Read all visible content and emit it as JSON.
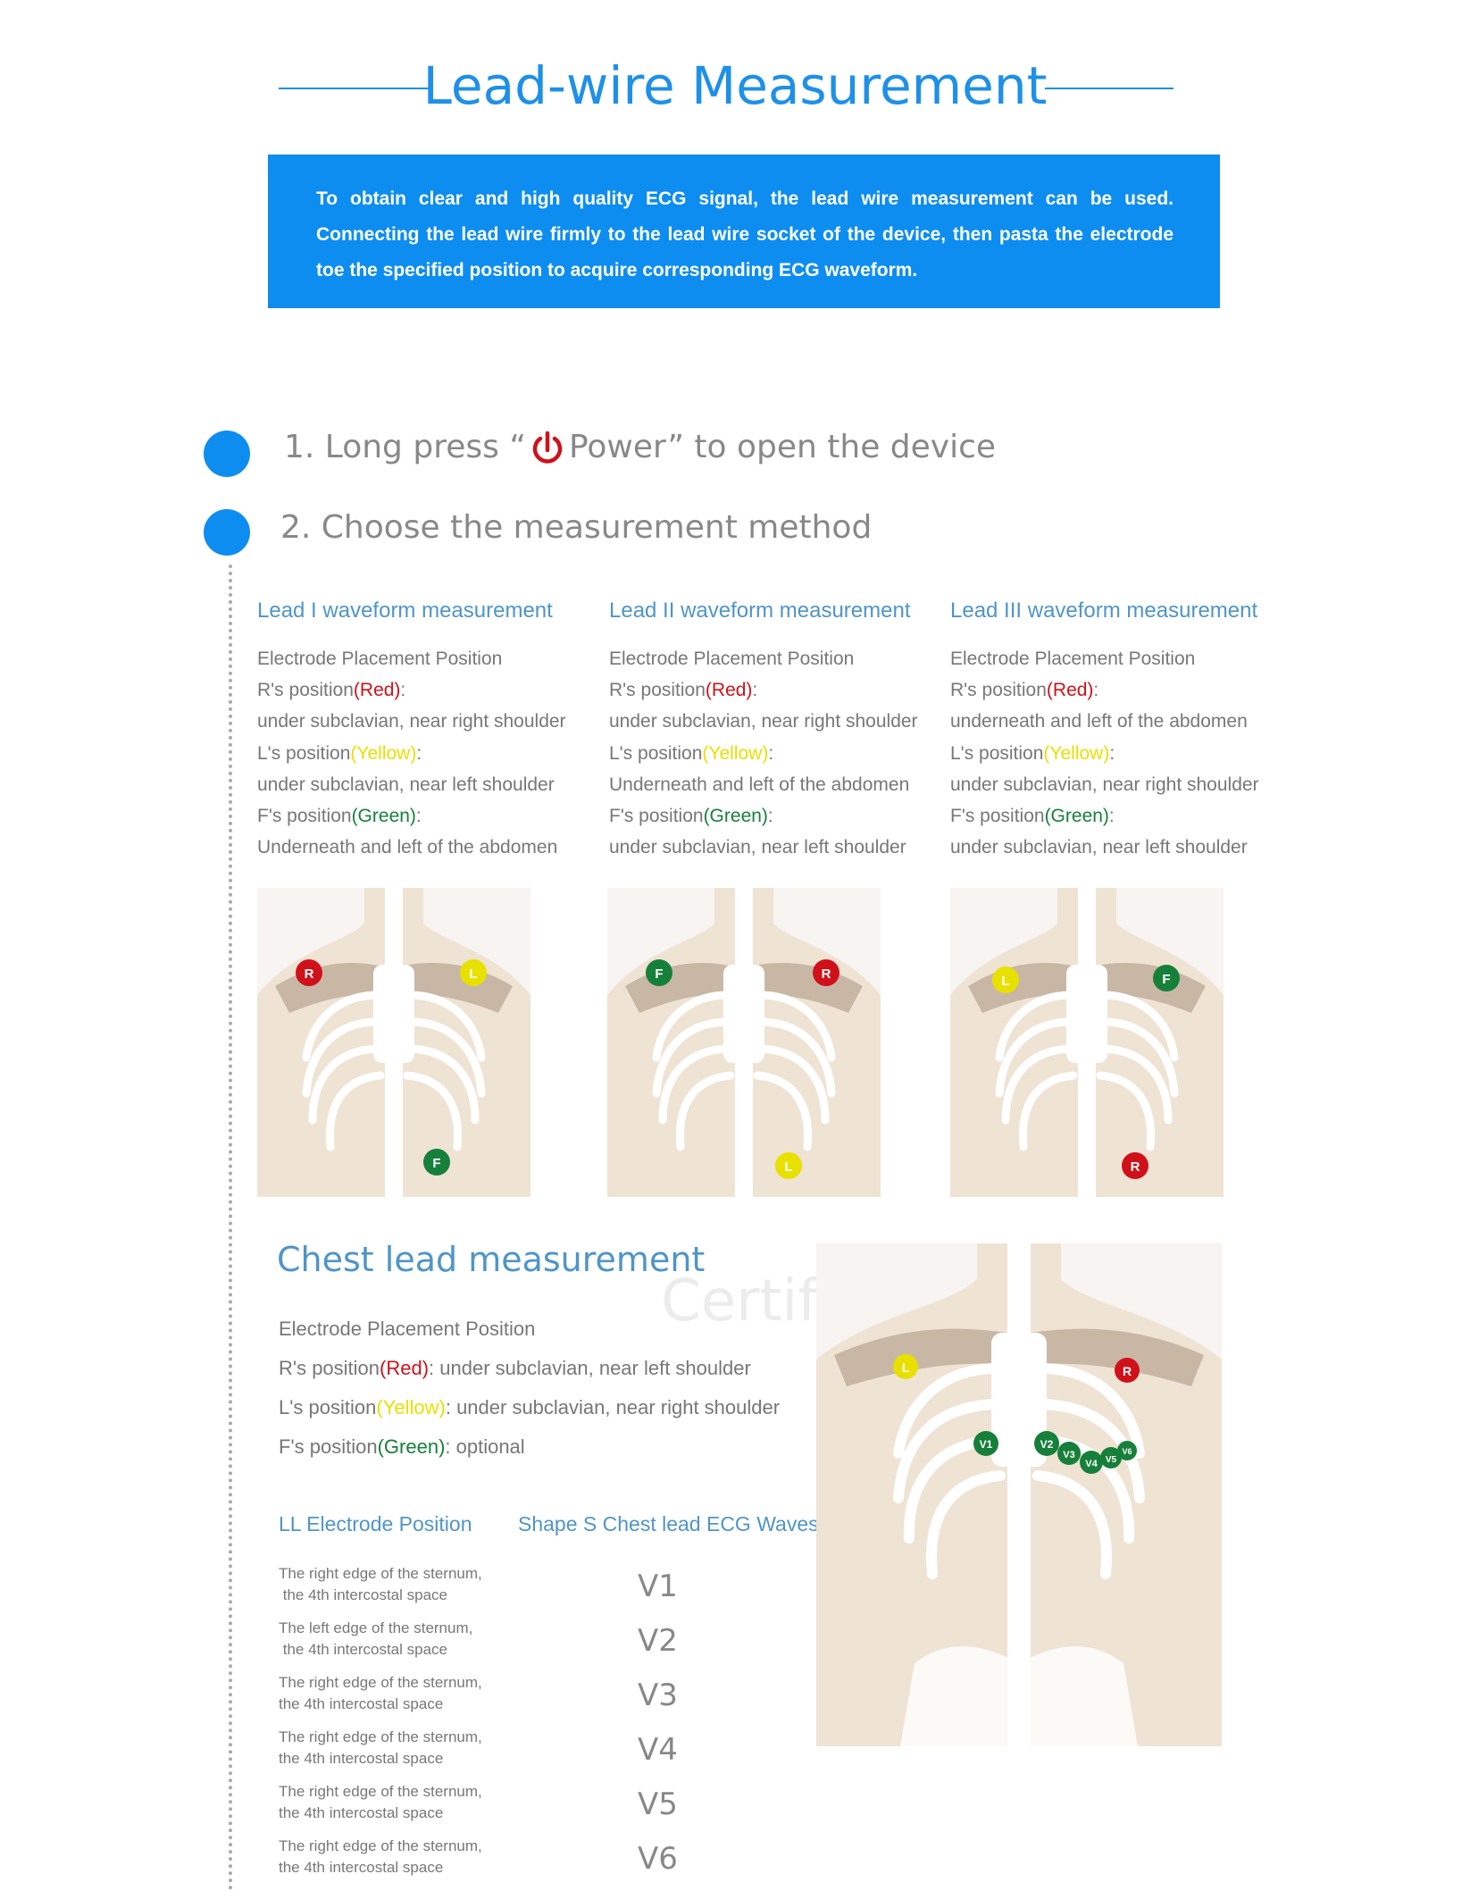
{
  "header": {
    "title": "Lead-wire Measurement",
    "intro": "To obtain clear and high quality ECG signal, the lead wire measurement can be used. Connecting the lead wire firmly to the lead wire socket of the device, then pasta the electrode toe the specified position to acquire corresponding ECG waveform."
  },
  "steps": {
    "step1_prefix": "1. Long press “",
    "step1_suffix": "Power” to open the device",
    "step2": "2. Choose the measurement method"
  },
  "leads": [
    {
      "title": "Lead I waveform measurement",
      "placement": "Electrode Placement Position",
      "r_label": "R's position",
      "r_color": "(Red)",
      "r_suffix": ":",
      "r_desc": "under subclavian, near right shoulder",
      "l_label": "L's position",
      "l_color": "(Yellow)",
      "l_suffix": ":",
      "l_desc": "under subclavian, near left shoulder",
      "f_label": "F's position",
      "f_color": "(Green)",
      "f_suffix": ":",
      "f_desc": "Underneath and left of the abdomen"
    },
    {
      "title": "Lead II waveform measurement",
      "placement": "Electrode Placement Position",
      "r_label": "R's position",
      "r_color": "(Red)",
      "r_suffix": ":",
      "r_desc": "under subclavian, near right shoulder",
      "l_label": "L's position",
      "l_color": "(Yellow)",
      "l_suffix": ":",
      "l_desc": "Underneath and left of the abdomen",
      "f_label": "F's position",
      "f_color": "(Green)",
      "f_suffix": ":",
      "f_desc": "under subclavian, near left shoulder"
    },
    {
      "title": "Lead III waveform measurement",
      "placement": "Electrode Placement Position",
      "r_label": "R's position",
      "r_color": "(Red)",
      "r_suffix": ":",
      "r_desc": "underneath and left of the abdomen",
      "l_label": "L's position",
      "l_color": "(Yellow)",
      "l_suffix": ":",
      "l_desc": "under subclavian, near right shoulder",
      "f_label": "F's position",
      "f_color": "(Green)",
      "f_suffix": ":",
      "f_desc": "under subclavian, near left shoulder"
    }
  ],
  "electrode_letters": {
    "r": "R",
    "l": "L",
    "f": "F"
  },
  "chest": {
    "title": "Chest lead measurement",
    "watermark": "Certification",
    "placement": "Electrode Placement Position",
    "r_label": "R's position",
    "r_color": "(Red)",
    "r_desc": ": under subclavian, near left shoulder",
    "l_label": "L's position",
    "l_color": "(Yellow)",
    "l_desc": ": under subclavian, near right shoulder",
    "f_label": "F's position",
    "f_color": "(Green)",
    "f_desc": ": optional",
    "col_header_ll": "LL Electrode Position",
    "col_header_shape": "Shape S Chest lead ECG Waves",
    "rows": [
      {
        "line1": "The right edge of the sternum,",
        "line2": " the 4th intercostal space",
        "wave": "V1"
      },
      {
        "line1": "The left edge of the sternum,",
        "line2": " the 4th intercostal space",
        "wave": "V2"
      },
      {
        "line1": "The right edge of the sternum,",
        "line2": "the 4th intercostal space",
        "wave": "V3"
      },
      {
        "line1": "The right edge of the sternum,",
        "line2": "the 4th intercostal space",
        "wave": "V4"
      },
      {
        "line1": "The right edge of the sternum,",
        "line2": "the 4th intercostal space",
        "wave": "V5"
      },
      {
        "line1": "The right edge of the sternum,",
        "line2": "the 4th intercostal space",
        "wave": "V6"
      }
    ]
  },
  "colors": {
    "accent": "#0e8df0",
    "electrode_red": "#d0111a",
    "electrode_yellow": "#e8e000",
    "electrode_green": "#16803a"
  },
  "icons": [
    "power-icon",
    "electrode-marker"
  ]
}
